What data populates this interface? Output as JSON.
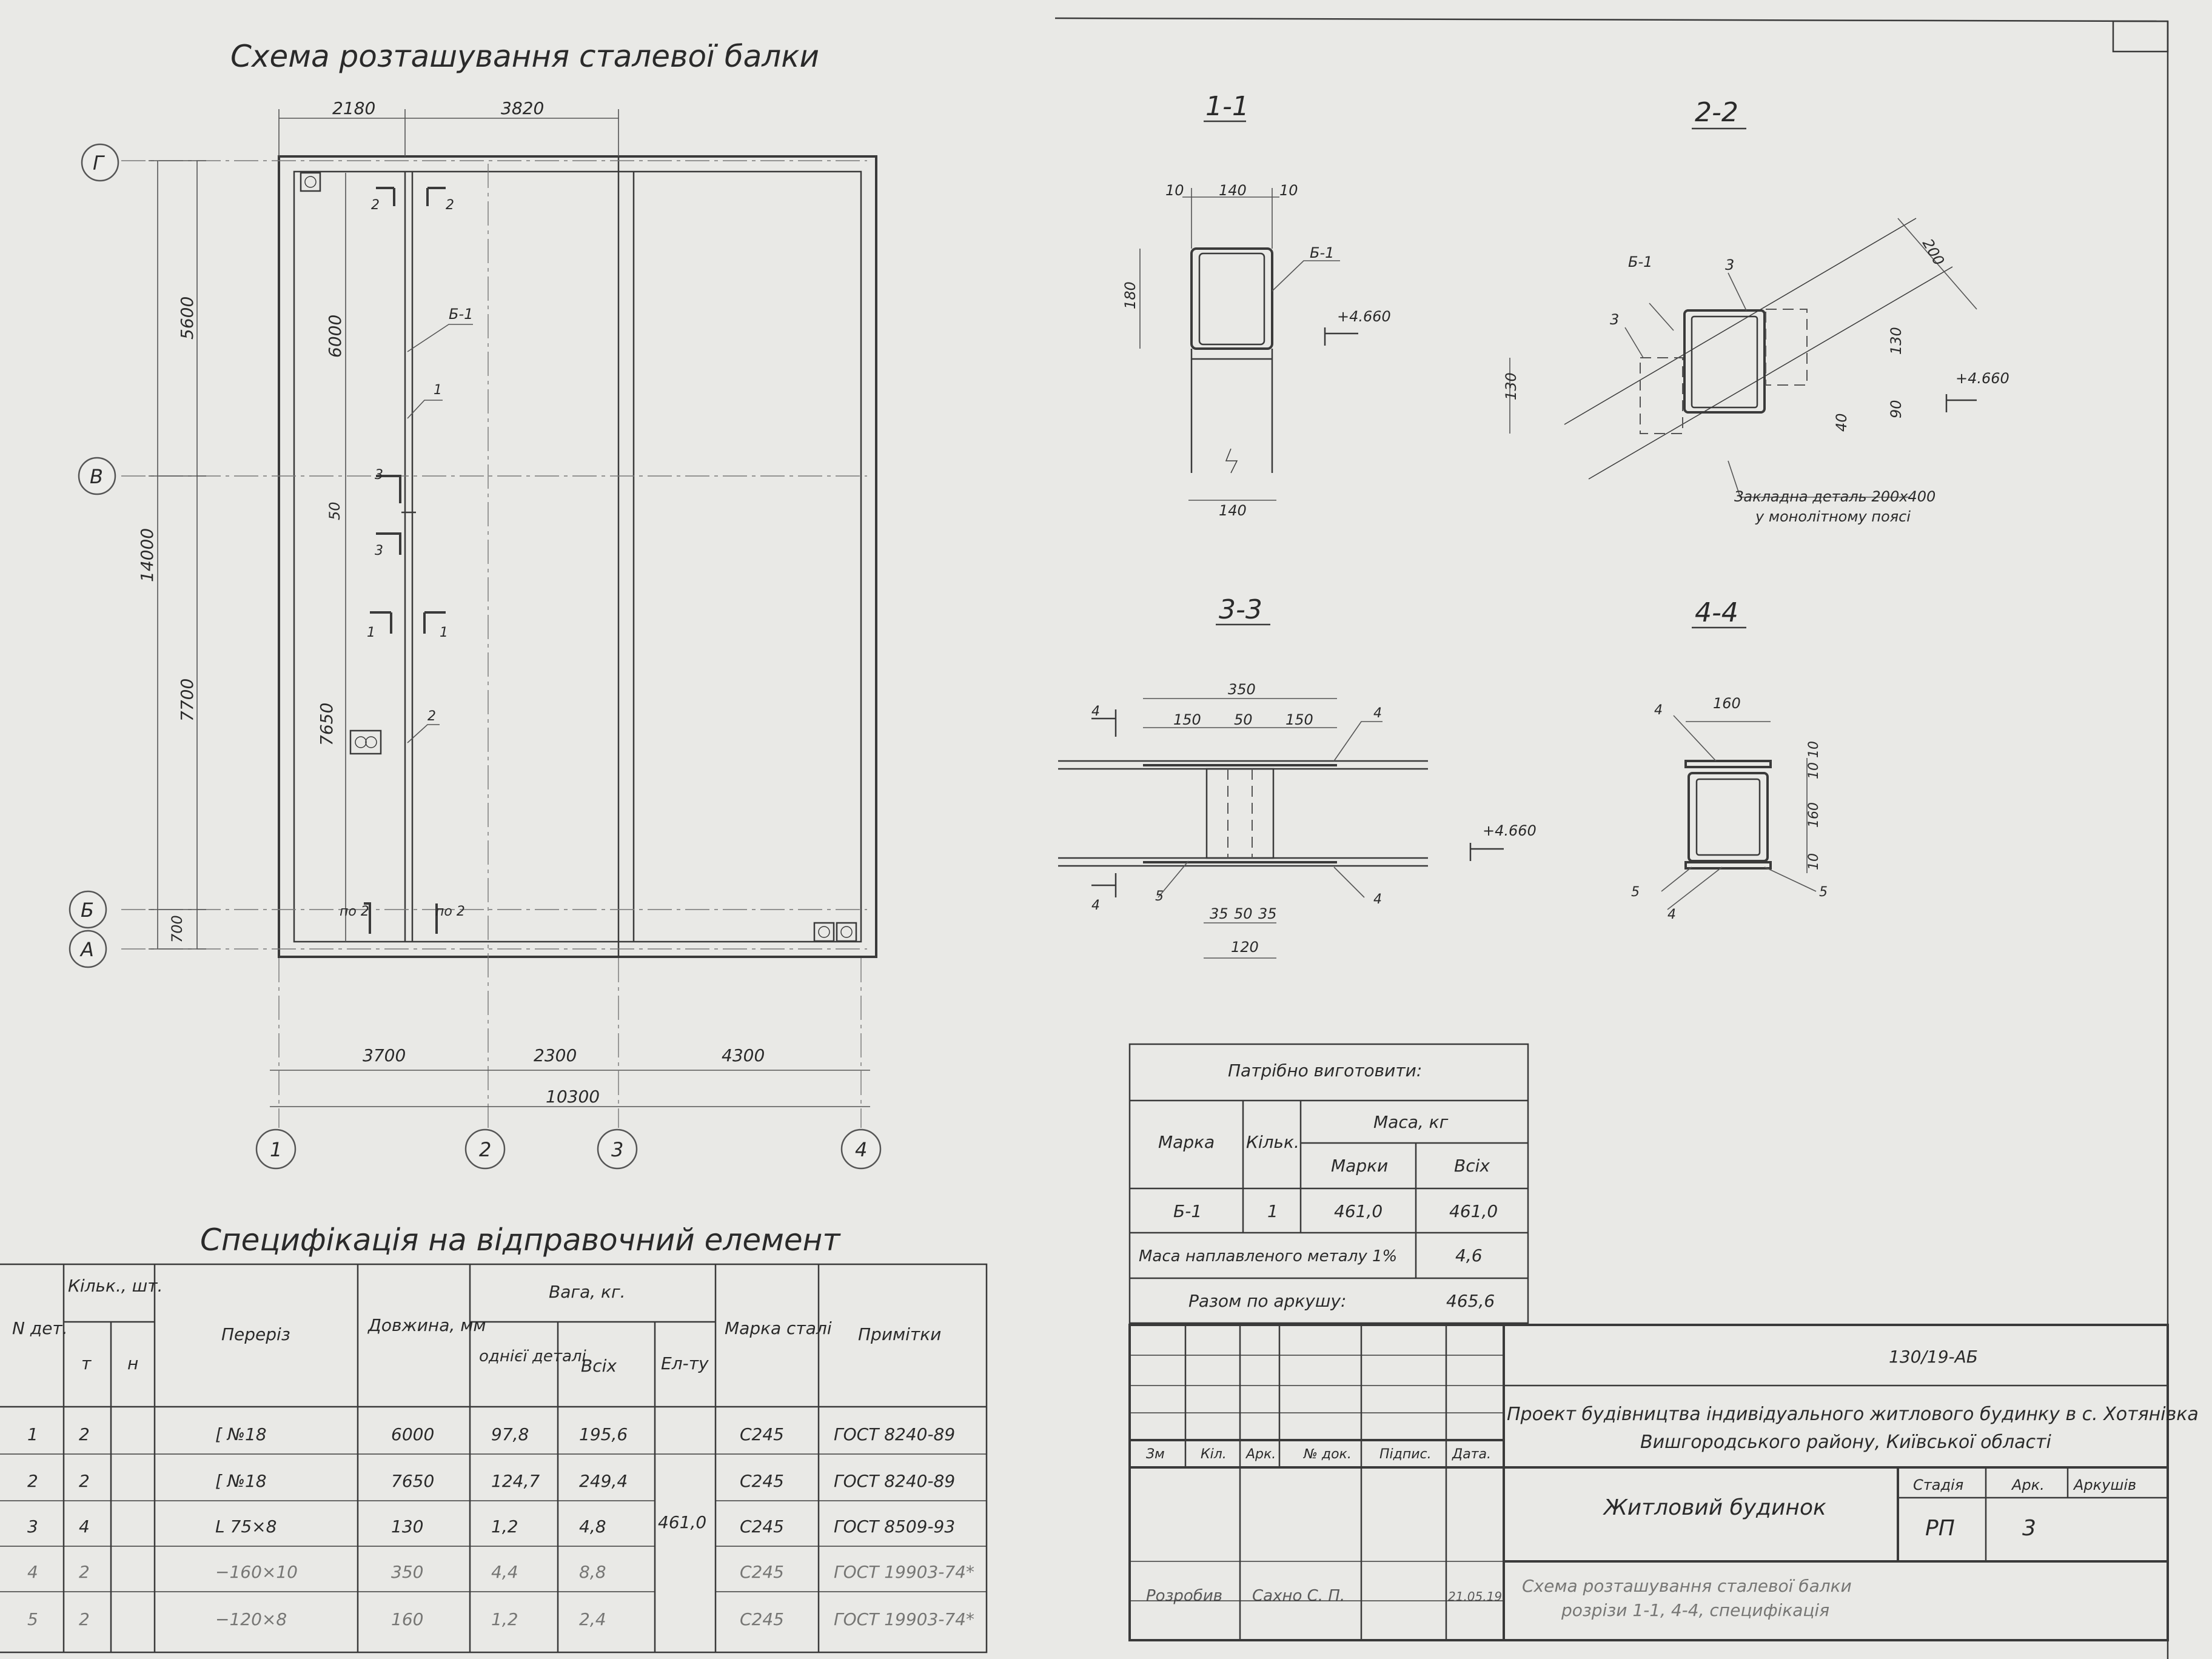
{
  "titles": {
    "plan": "Схема розташування сталевої балки",
    "spec": "Специфікація на відправочний елемент",
    "s11": "1-1",
    "s22": "2-2",
    "s33": "3-3",
    "s44": "4-4"
  },
  "plan": {
    "axes_x": [
      "1",
      "2",
      "3",
      "4"
    ],
    "axes_y": [
      "Г",
      "В",
      "Б",
      "А"
    ],
    "dims_top": [
      "2180",
      "3820"
    ],
    "dims_bottom": [
      "3700",
      "2300",
      "4300"
    ],
    "dim_total": "10300",
    "dims_left": [
      "5600",
      "14000",
      "7700",
      "700"
    ],
    "dims_inner": [
      "6000",
      "50",
      "7650"
    ],
    "marks": [
      "Б-1",
      "1",
      "2",
      "3",
      "3",
      "2",
      "2",
      "1",
      "1",
      "по 2",
      "по 2"
    ]
  },
  "section11": {
    "dims": [
      "10",
      "140",
      "10",
      "180",
      "140"
    ],
    "labels": [
      "Б-1",
      "+4.660"
    ]
  },
  "section22": {
    "dims": [
      "200",
      "130",
      "130",
      "40",
      "90"
    ],
    "labels": [
      "Б-1",
      "3",
      "3",
      "+4.660"
    ],
    "note1": "Закладна деталь 200х400",
    "note2": "у монолітному поясі"
  },
  "section33": {
    "dims": [
      "350",
      "150",
      "50",
      "150",
      "35",
      "50",
      "35",
      "120"
    ],
    "labels": [
      "4",
      "4",
      "4",
      "5",
      "4",
      "+4.660"
    ]
  },
  "section44": {
    "dims": [
      "160",
      "10",
      "10",
      "160",
      "10"
    ],
    "labels": [
      "4",
      "5",
      "4",
      "5"
    ]
  },
  "need_table": {
    "title": "Патрібно виготовити:",
    "col_mark": "Марка",
    "col_qty": "Кільк.",
    "col_mass": "Маса, кг",
    "col_mass_mark": "Марки",
    "col_mass_all": "Всіх",
    "row": {
      "mark": "Б-1",
      "qty": "1",
      "mass_mark": "461,0",
      "mass_all": "461,0"
    },
    "weld_label": "Маса наплавленого металу 1%",
    "weld_value": "4,6",
    "total_label": "Разом по аркушу:",
    "total_value": "465,6"
  },
  "spec_table": {
    "h_num": "N дет.",
    "h_qty": "Кільк., шт.",
    "h_t": "т",
    "h_n": "н",
    "h_section": "Переріз",
    "h_len": "Довжина, мм",
    "h_weight": "Вага, кг.",
    "h_one": "однієї деталі",
    "h_all": "Всіх",
    "h_el": "Ел-ту",
    "h_steel": "Марка сталі",
    "h_note": "Примітки",
    "el_total": "461,0",
    "rows": [
      {
        "n": "1",
        "t": "2",
        "sec": "[ №18",
        "len": "6000",
        "one": "97,8",
        "all": "195,6",
        "steel": "С245",
        "note": "ГОСТ 8240-89"
      },
      {
        "n": "2",
        "t": "2",
        "sec": "[ №18",
        "len": "7650",
        "one": "124,7",
        "all": "249,4",
        "steel": "С245",
        "note": "ГОСТ 8240-89"
      },
      {
        "n": "3",
        "t": "4",
        "sec": "L 75×8",
        "len": "130",
        "one": "1,2",
        "all": "4,8",
        "steel": "С245",
        "note": "ГОСТ 8509-93"
      },
      {
        "n": "4",
        "t": "2",
        "sec": "−160×10",
        "len": "350",
        "one": "4,4",
        "all": "8,8",
        "steel": "С245",
        "note": "ГОСТ 19903-74*"
      },
      {
        "n": "5",
        "t": "2",
        "sec": "−120×8",
        "len": "160",
        "one": "1,2",
        "all": "2,4",
        "steel": "С245",
        "note": "ГОСТ 19903-74*"
      }
    ]
  },
  "title_block": {
    "code": "130/19-АБ",
    "project": "Проект будівництва індивідуального житлового будинку в с. Хотянівка",
    "project2": "Вишгородського району, Київської області",
    "building": "Житловий будинок",
    "stage_h": "Стадія",
    "sheet_h": "Арк.",
    "sheets_h": "Аркушів",
    "stage": "РП",
    "sheet": "3",
    "cols": [
      "Зм",
      "Кіл.",
      "Арк.",
      "№ док.",
      "Підпис.",
      "Дата."
    ],
    "dev_role": "Розробив",
    "dev_name": "Сахно С. П.",
    "dev_date": "21.05.19",
    "desc1": "Схема розташування сталевої балки",
    "desc2": "розрізи 1-1, 4-4, специфікація"
  }
}
